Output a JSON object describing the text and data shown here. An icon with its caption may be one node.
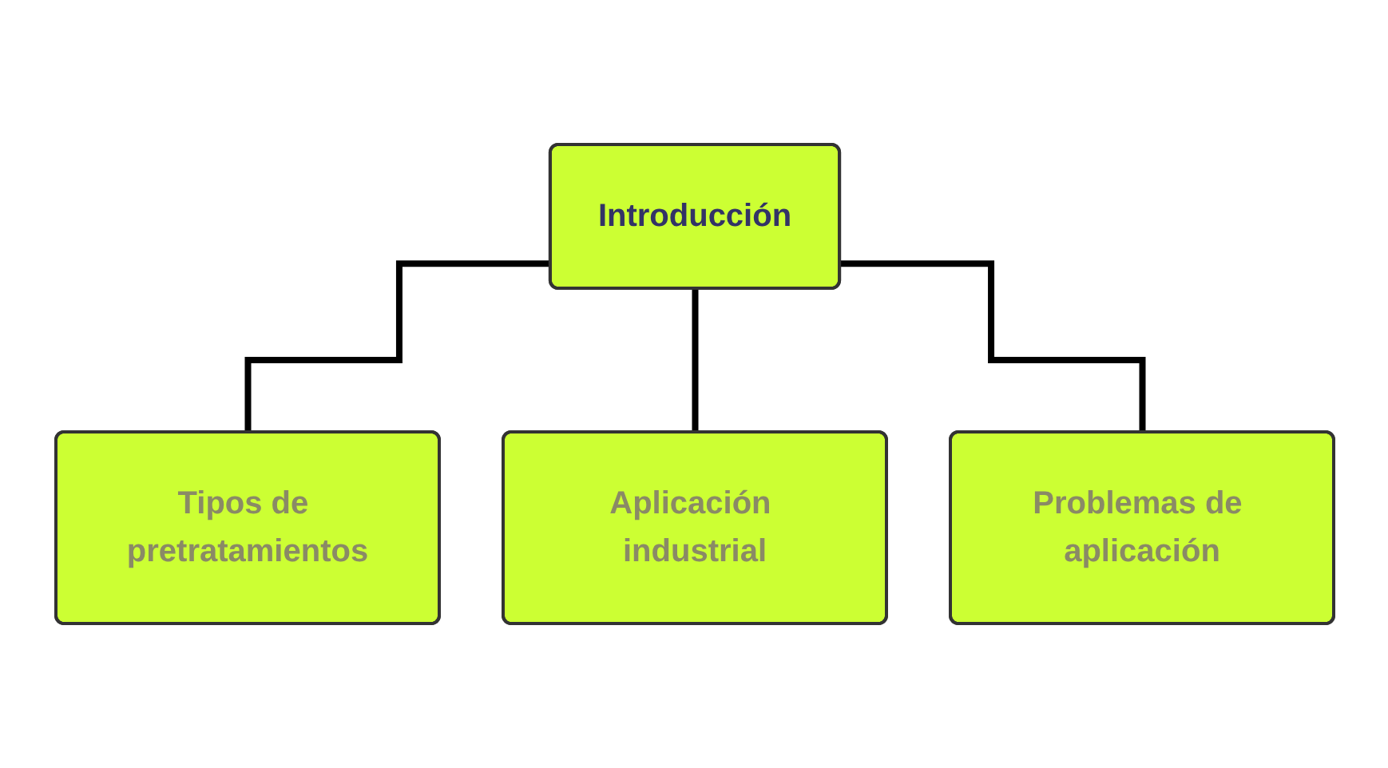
{
  "diagram": {
    "nodes": [
      {
        "text": [
          "Introducción"
        ]
      },
      {
        "text": [
          "Tipos de pretratamientos"
        ]
      },
      {
        "text": [
          "Aplicación industrial"
        ]
      },
      {
        "text": [
          "Problemas de aplicación"
        ]
      }
    ],
    "edges": [
      {
        "from": 0,
        "to": 1,
        "arrow": "none"
      },
      {
        "from": 0,
        "to": 2,
        "arrow": "none"
      },
      {
        "from": 0,
        "to": 3,
        "arrow": "none"
      }
    ]
  }
}
